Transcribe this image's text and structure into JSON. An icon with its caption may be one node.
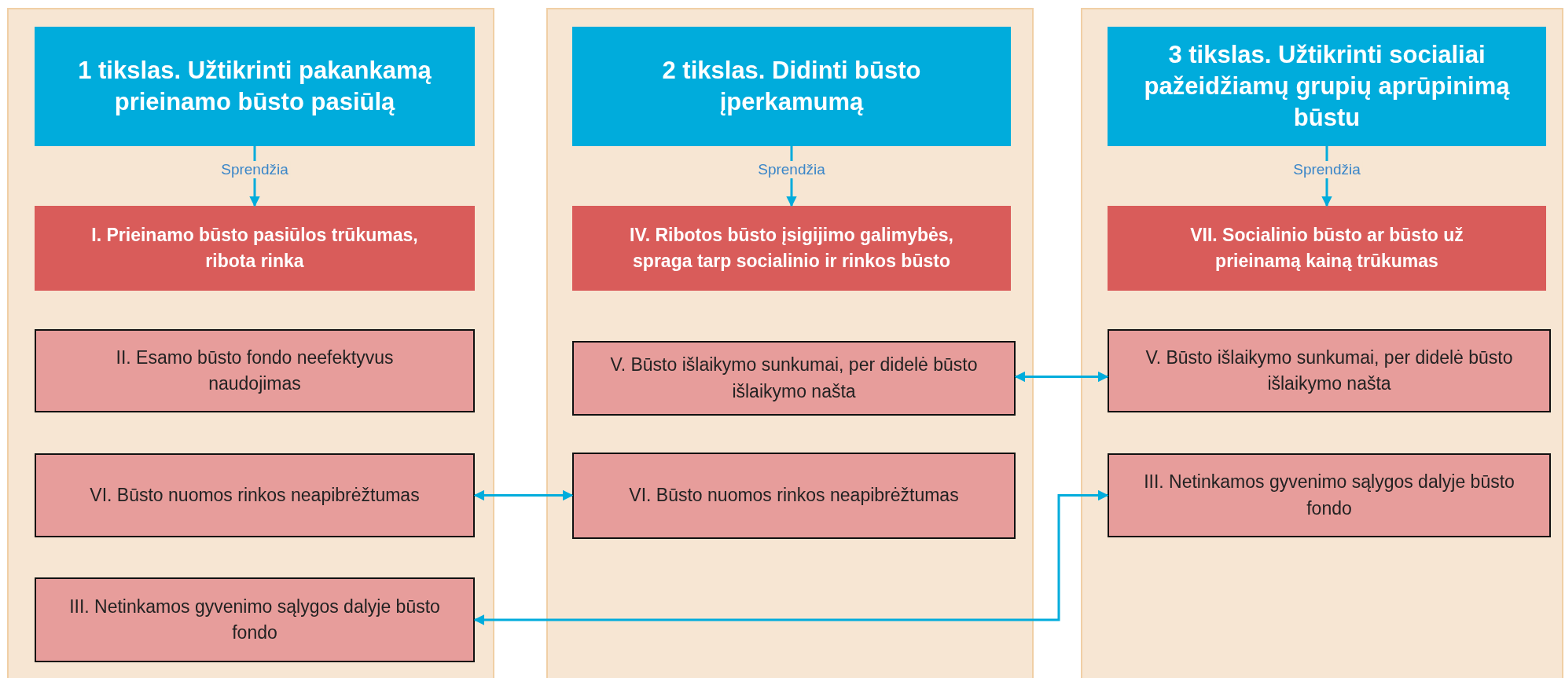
{
  "diagram": {
    "nodes": [
      {
        "text": [],
        "shape": "box"
      },
      {
        "text": [
          "1 tikslas. Užtikrinti pakankamą prieinamo būsto pasiūlą"
        ],
        "in": 0
      },
      {
        "text": [
          "I. Prieinamo būsto pasiūlos trūkumas, ribota rinka"
        ],
        "in": 0
      },
      {
        "text": [
          "II. Esamo būsto fondo neefektyvus naudojimas"
        ],
        "in": 0
      },
      {
        "text": [
          "VI. Būsto nuomos rinkos neapibrėžtumas"
        ],
        "in": 0
      },
      {
        "text": [
          "III. Netinkamos gyvenimo sąlygos dalyje būsto fondo"
        ],
        "in": 0
      },
      {
        "text": [],
        "shape": "box"
      },
      {
        "text": [
          "2 tikslas. Didinti būsto įperkamumą"
        ],
        "in": 6
      },
      {
        "text": [
          "IV. Ribotos būsto įsigijimo galimybės, spraga tarp socialinio ir rinkos būsto"
        ],
        "in": 6
      },
      {
        "text": [
          "V. Būsto išlaikymo sunkumai, per didelė būsto išlaikymo našta"
        ],
        "in": 6
      },
      {
        "text": [
          "VI. Būsto nuomos rinkos neapibrėžtumas"
        ],
        "in": 6
      },
      {
        "text": [],
        "shape": "box"
      },
      {
        "text": [
          "3 tikslas. Užtikrinti socialiai pažeidžiamų grupių aprūpinimą būstu"
        ],
        "in": 11
      },
      {
        "text": [
          "VII. Socialinio būsto ar būsto už prieinamą kainą trūkumas"
        ],
        "in": 11
      },
      {
        "text": [
          "V. Būsto išlaikymo sunkumai, per didelė būsto išlaikymo našta"
        ],
        "in": 11
      },
      {
        "text": [
          "III. Netinkamos gyvenimo sąlygos dalyje būsto fondo"
        ],
        "in": 11
      }
    ],
    "edges": [
      {
        "from": 1,
        "to": 2,
        "arrow": "to",
        "label": "Sprendžia"
      },
      {
        "from": 7,
        "to": 8,
        "arrow": "to",
        "label": "Sprendžia"
      },
      {
        "from": 12,
        "to": 13,
        "arrow": "to",
        "label": "Sprendžia"
      },
      {
        "from": 9,
        "to": 14,
        "arrow": "both"
      },
      {
        "from": 4,
        "to": 10,
        "arrow": "both"
      },
      {
        "from": 15,
        "to": 5,
        "arrow": "both"
      }
    ]
  }
}
